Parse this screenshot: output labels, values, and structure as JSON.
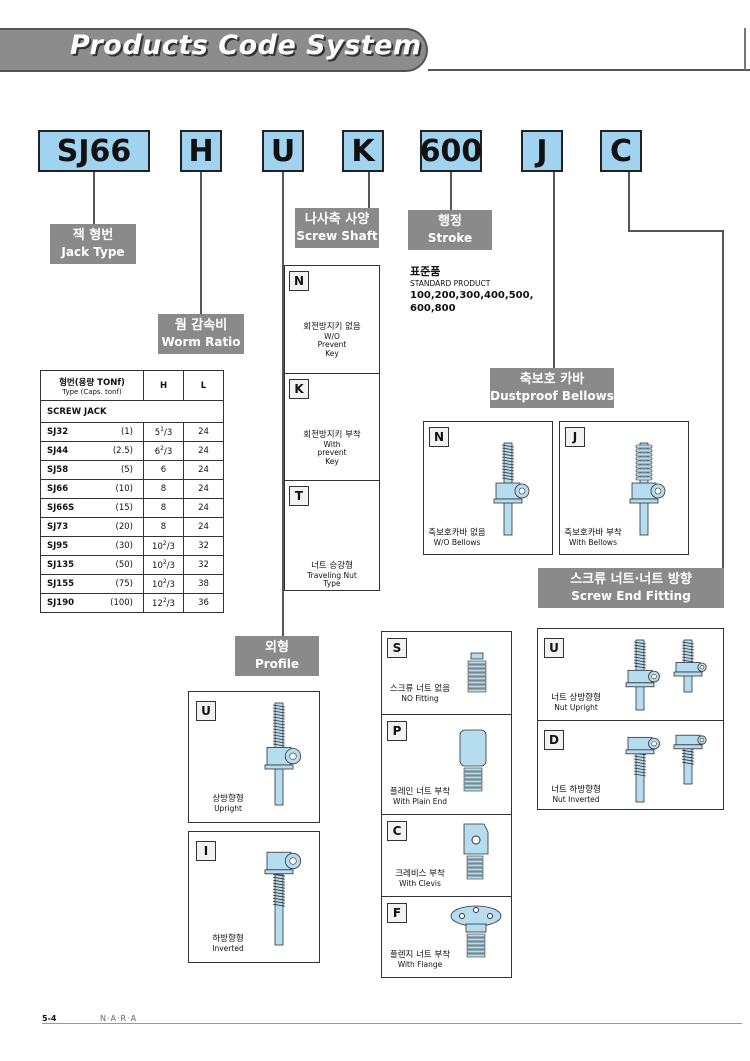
{
  "header": {
    "title": "Products Code System"
  },
  "codes": [
    "SJ66",
    "H",
    "U",
    "K",
    "600",
    "J",
    "C"
  ],
  "labels": {
    "jack_type": {
      "ko": "잭 형번",
      "en": "Jack Type"
    },
    "worm_ratio": {
      "ko": "웜 감속비",
      "en": "Worm Ratio"
    },
    "screw_shaft": {
      "ko": "나사축 사양",
      "en": "Screw Shaft"
    },
    "stroke": {
      "ko": "행정",
      "en": "Stroke"
    },
    "dustproof": {
      "ko": "축보호 카바",
      "en": "Dustproof Bellows"
    },
    "end_fitting": {
      "ko": "스크류 너트·너트 방향",
      "en": "Screw End Fitting"
    },
    "profile": {
      "ko": "외형",
      "en": "Profile"
    }
  },
  "standard": {
    "ko": "표준품",
    "en": "STANDARD PRODUCT",
    "values": "100,200,300,400,500,",
    "values2": "600,800"
  },
  "table": {
    "head_model": "형번(용량 TONf)",
    "head_model_sub": "Type (Caps. tonf)",
    "head_h": "H",
    "head_l": "L",
    "section": "SCREW JACK",
    "rows": [
      {
        "model": "SJ32",
        "cap": "(1)",
        "h": "5",
        "hs": "1",
        "hd": "/3",
        "l": "24"
      },
      {
        "model": "SJ44",
        "cap": "(2.5)",
        "h": "6",
        "hs": "2",
        "hd": "/3",
        "l": "24"
      },
      {
        "model": "SJ58",
        "cap": "(5)",
        "h": "6",
        "hs": "",
        "hd": "",
        "l": "24"
      },
      {
        "model": "SJ66",
        "cap": "(10)",
        "h": "8",
        "hs": "",
        "hd": "",
        "l": "24"
      },
      {
        "model": "SJ66S",
        "cap": "(15)",
        "h": "8",
        "hs": "",
        "hd": "",
        "l": "24"
      },
      {
        "model": "SJ73",
        "cap": "(20)",
        "h": "8",
        "hs": "",
        "hd": "",
        "l": "24"
      },
      {
        "model": "SJ95",
        "cap": "(30)",
        "h": "10",
        "hs": "2",
        "hd": "/3",
        "l": "32"
      },
      {
        "model": "SJ135",
        "cap": "(50)",
        "h": "10",
        "hs": "2",
        "hd": "/3",
        "l": "32"
      },
      {
        "model": "SJ155",
        "cap": "(75)",
        "h": "10",
        "hs": "2",
        "hd": "/3",
        "l": "38"
      },
      {
        "model": "SJ190",
        "cap": "(100)",
        "h": "12",
        "hs": "2",
        "hd": "/3",
        "l": "36"
      }
    ]
  },
  "shaft_options": [
    {
      "letter": "N",
      "ko": "회전방지키 없음",
      "en1": "W/O",
      "en2": "Prevent",
      "en3": "Key"
    },
    {
      "letter": "K",
      "ko": "회전방지키 부착",
      "en1": "With",
      "en2": "prevent",
      "en3": "Key"
    },
    {
      "letter": "T",
      "ko": "너트 승강형",
      "en1": "Traveling Nut",
      "en2": "Type",
      "en3": ""
    }
  ],
  "bellows_options": [
    {
      "letter": "N",
      "ko": "축보호카바 없음",
      "en": "W/O Bellows"
    },
    {
      "letter": "J",
      "ko": "축보호카바 부착",
      "en": "With Bellows"
    }
  ],
  "profile_options": [
    {
      "letter": "U",
      "ko": "상방향형",
      "en": "Upright"
    },
    {
      "letter": "I",
      "ko": "하방향형",
      "en": "Inverted"
    }
  ],
  "fitting_options": [
    {
      "letter": "S",
      "ko": "스크류 너트 없음",
      "en": "NO Fitting"
    },
    {
      "letter": "P",
      "ko": "플레인 너트 부착",
      "en": "With Plain End"
    },
    {
      "letter": "C",
      "ko": "크레비스 부착",
      "en": "With Clevis"
    },
    {
      "letter": "F",
      "ko": "플렌지 너트 부착",
      "en": "With Flange"
    }
  ],
  "nut_options": [
    {
      "letter": "U",
      "ko": "너트 상방향형",
      "en": "Nut Upright"
    },
    {
      "letter": "D",
      "ko": "너트 하방향형",
      "en": "Nut Inverted"
    }
  ],
  "footer": {
    "page": "5-4",
    "brand": "N·A·R·A"
  },
  "colors": {
    "code_box": "#9fd3ef",
    "label_grey": "#8a8a8a",
    "part_blue": "#b5dcef"
  }
}
